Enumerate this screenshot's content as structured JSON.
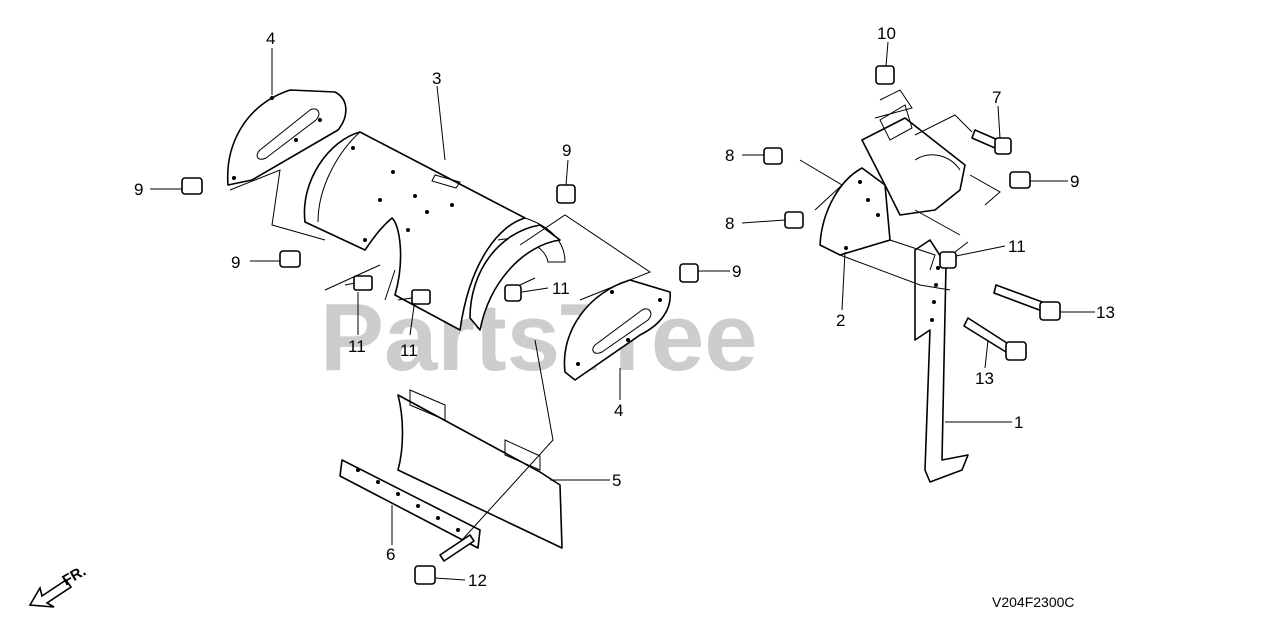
{
  "watermark": "PartsTree",
  "drawing_code": "V204F2300C",
  "direction_label": "FR.",
  "callouts": [
    "1",
    "2",
    "3",
    "4",
    "4",
    "5",
    "6",
    "7",
    "8",
    "8",
    "9",
    "9",
    "9",
    "9",
    "9",
    "10",
    "11",
    "11",
    "11",
    "11",
    "12",
    "13",
    "13"
  ]
}
